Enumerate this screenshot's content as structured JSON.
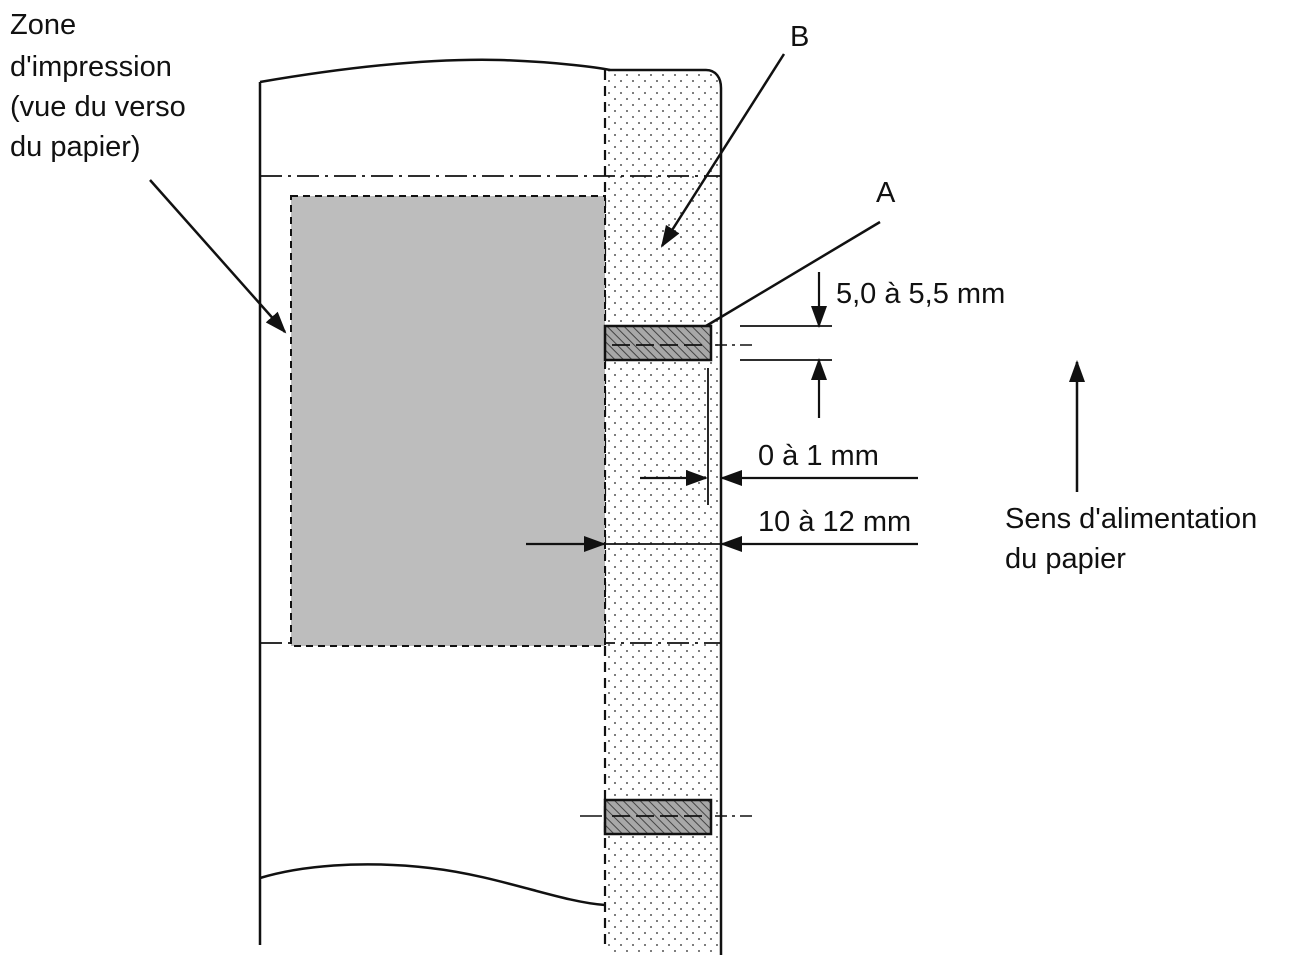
{
  "labels": {
    "print_zone": {
      "line1": "Zone",
      "line2": "d'impression",
      "line3": "(vue du verso",
      "line4": "du papier)"
    },
    "label_b": "B",
    "label_a": "A",
    "dim_mark_height": "5,0 à 5,5 mm",
    "dim_mark_offset": "0 à 1 mm",
    "dim_mark_width": "10 à 12 mm",
    "feed_direction": {
      "line1": "Sens d'alimentation",
      "line2": "du papier"
    }
  },
  "colors": {
    "line": "#111111",
    "print_area_fill": "#bdbdbd",
    "mark_fill": "#9e9e9e",
    "dotted_strip_dots": "#5a5a5a",
    "background": "#ffffff"
  }
}
